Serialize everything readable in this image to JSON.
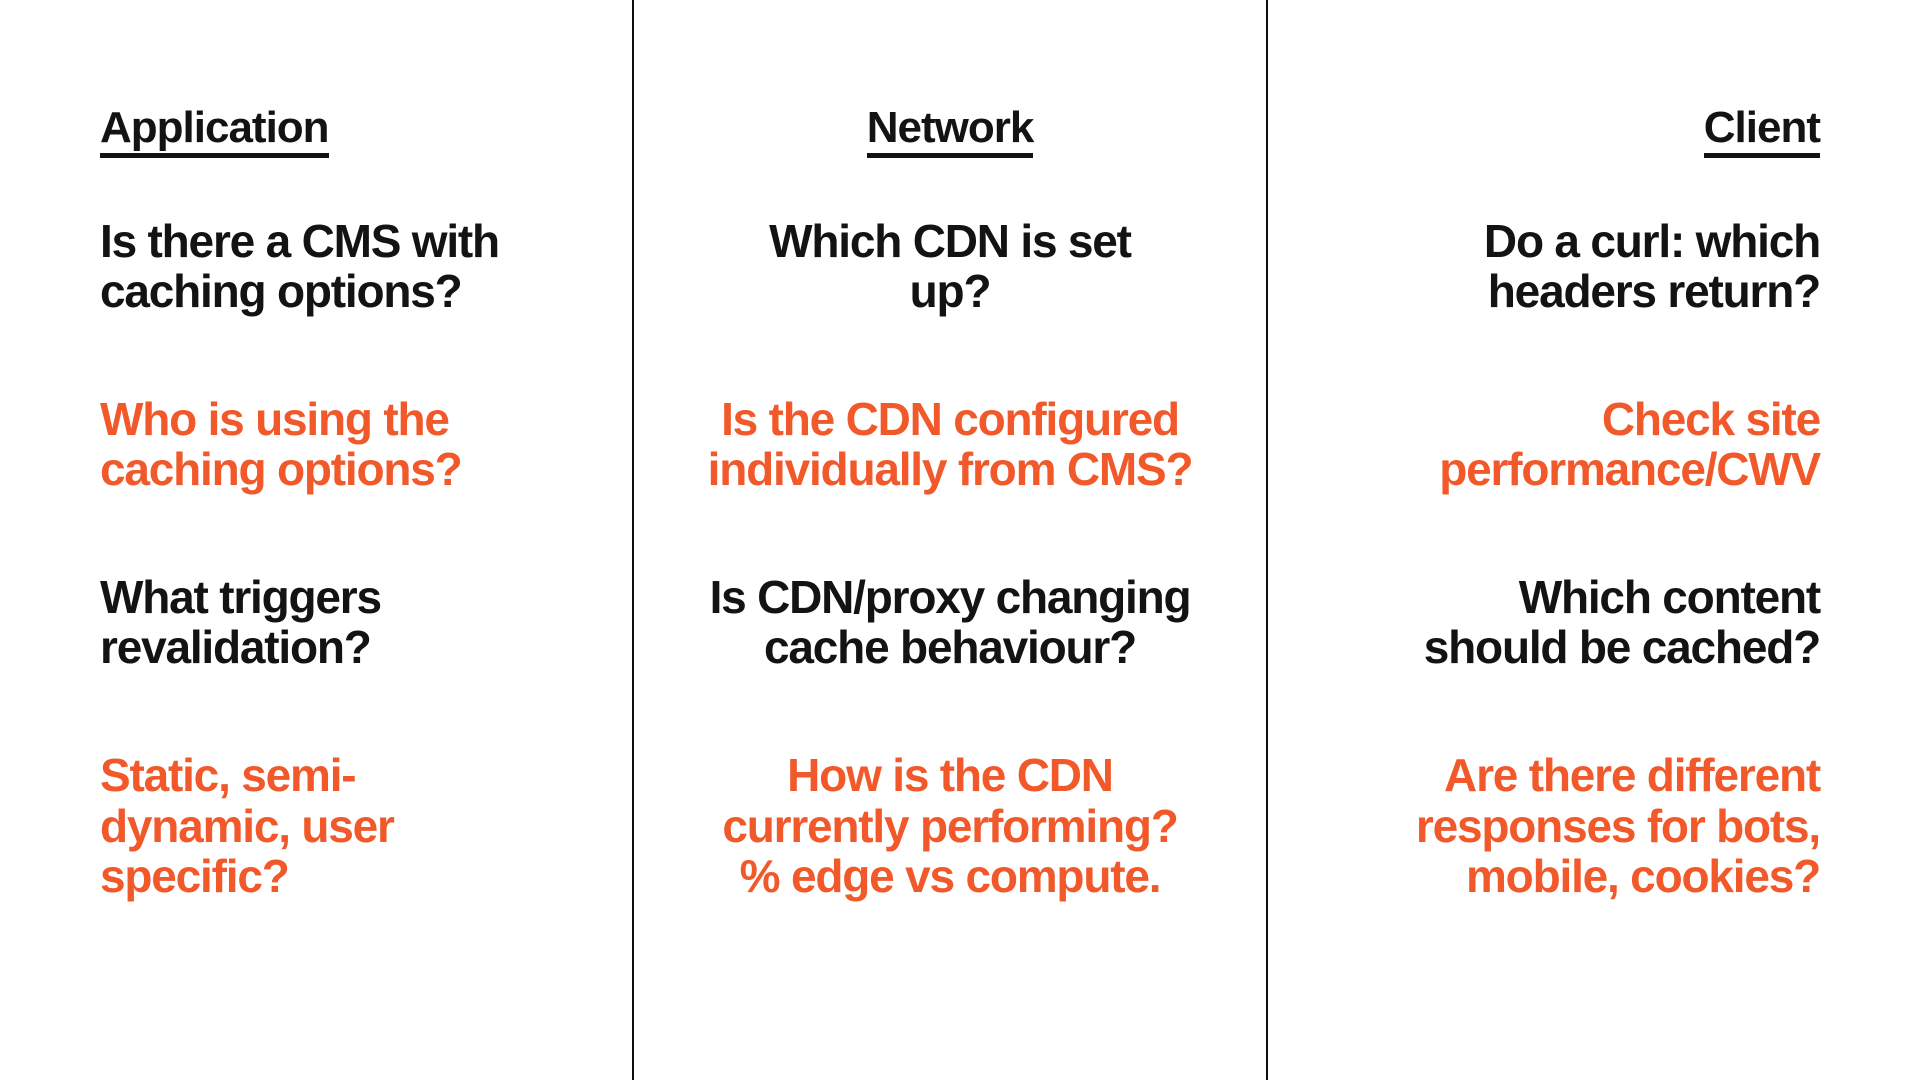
{
  "slide": {
    "background_color": "#FFFFFF",
    "text_color": "#131313",
    "accent_color": "#F1592B",
    "divider_color": "#0E0E0E"
  },
  "columns": [
    {
      "heading": "Application",
      "align": "left",
      "questions": [
        {
          "text": "Is there a CMS with\ncaching options?",
          "color": "black"
        },
        {
          "text": "Who is using the\ncaching options?",
          "color": "orange"
        },
        {
          "text": "What triggers\nrevalidation?",
          "color": "black"
        },
        {
          "text": "Static, semi-\ndynamic, user\nspecific?",
          "color": "orange"
        }
      ]
    },
    {
      "heading": "Network",
      "align": "center",
      "questions": [
        {
          "text": "Which CDN is set\nup?",
          "color": "black"
        },
        {
          "text": "Is the CDN configured\nindividually from CMS?",
          "color": "orange"
        },
        {
          "text": "Is CDN/proxy changing\ncache behaviour?",
          "color": "black"
        },
        {
          "text": "How is the CDN\ncurrently performing?\n% edge vs compute.",
          "color": "orange"
        }
      ]
    },
    {
      "heading": "Client",
      "align": "right",
      "questions": [
        {
          "text": "Do a curl: which\nheaders return?",
          "color": "black"
        },
        {
          "text": "Check site\nperformance/CWV",
          "color": "orange"
        },
        {
          "text": "Which content\nshould be cached?",
          "color": "black"
        },
        {
          "text": "Are there different\nresponses for bots,\nmobile, cookies?",
          "color": "orange"
        }
      ]
    }
  ]
}
